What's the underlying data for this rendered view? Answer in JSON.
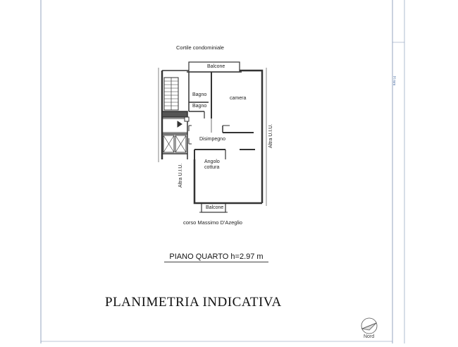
{
  "plan": {
    "courtyard_label": "Cortile condominiale",
    "street_label": "corso Massimo D'Azeglio",
    "rooms": {
      "balcone_top": "Balcone",
      "bagno_1": "Bagno",
      "bagno_2": "Bagno",
      "camera": "camera",
      "disimpegno": "Disimpegno",
      "angolo_cottura_1": "Angolo",
      "angolo_cottura_2": "cottura",
      "balcone_bottom": "Balcone",
      "altra_uiu_left": "Altra U.I.U.",
      "altra_uiu_right": "Altra U.I.U."
    },
    "floor_info": "PIANO QUARTO h=2.97 m",
    "sheet_title": "PLANIMETRIA INDICATIVA",
    "compass_label": "Nord",
    "side_note": "H mm"
  },
  "colors": {
    "frame_line": "#7a8fb0",
    "wall": "#333333"
  }
}
